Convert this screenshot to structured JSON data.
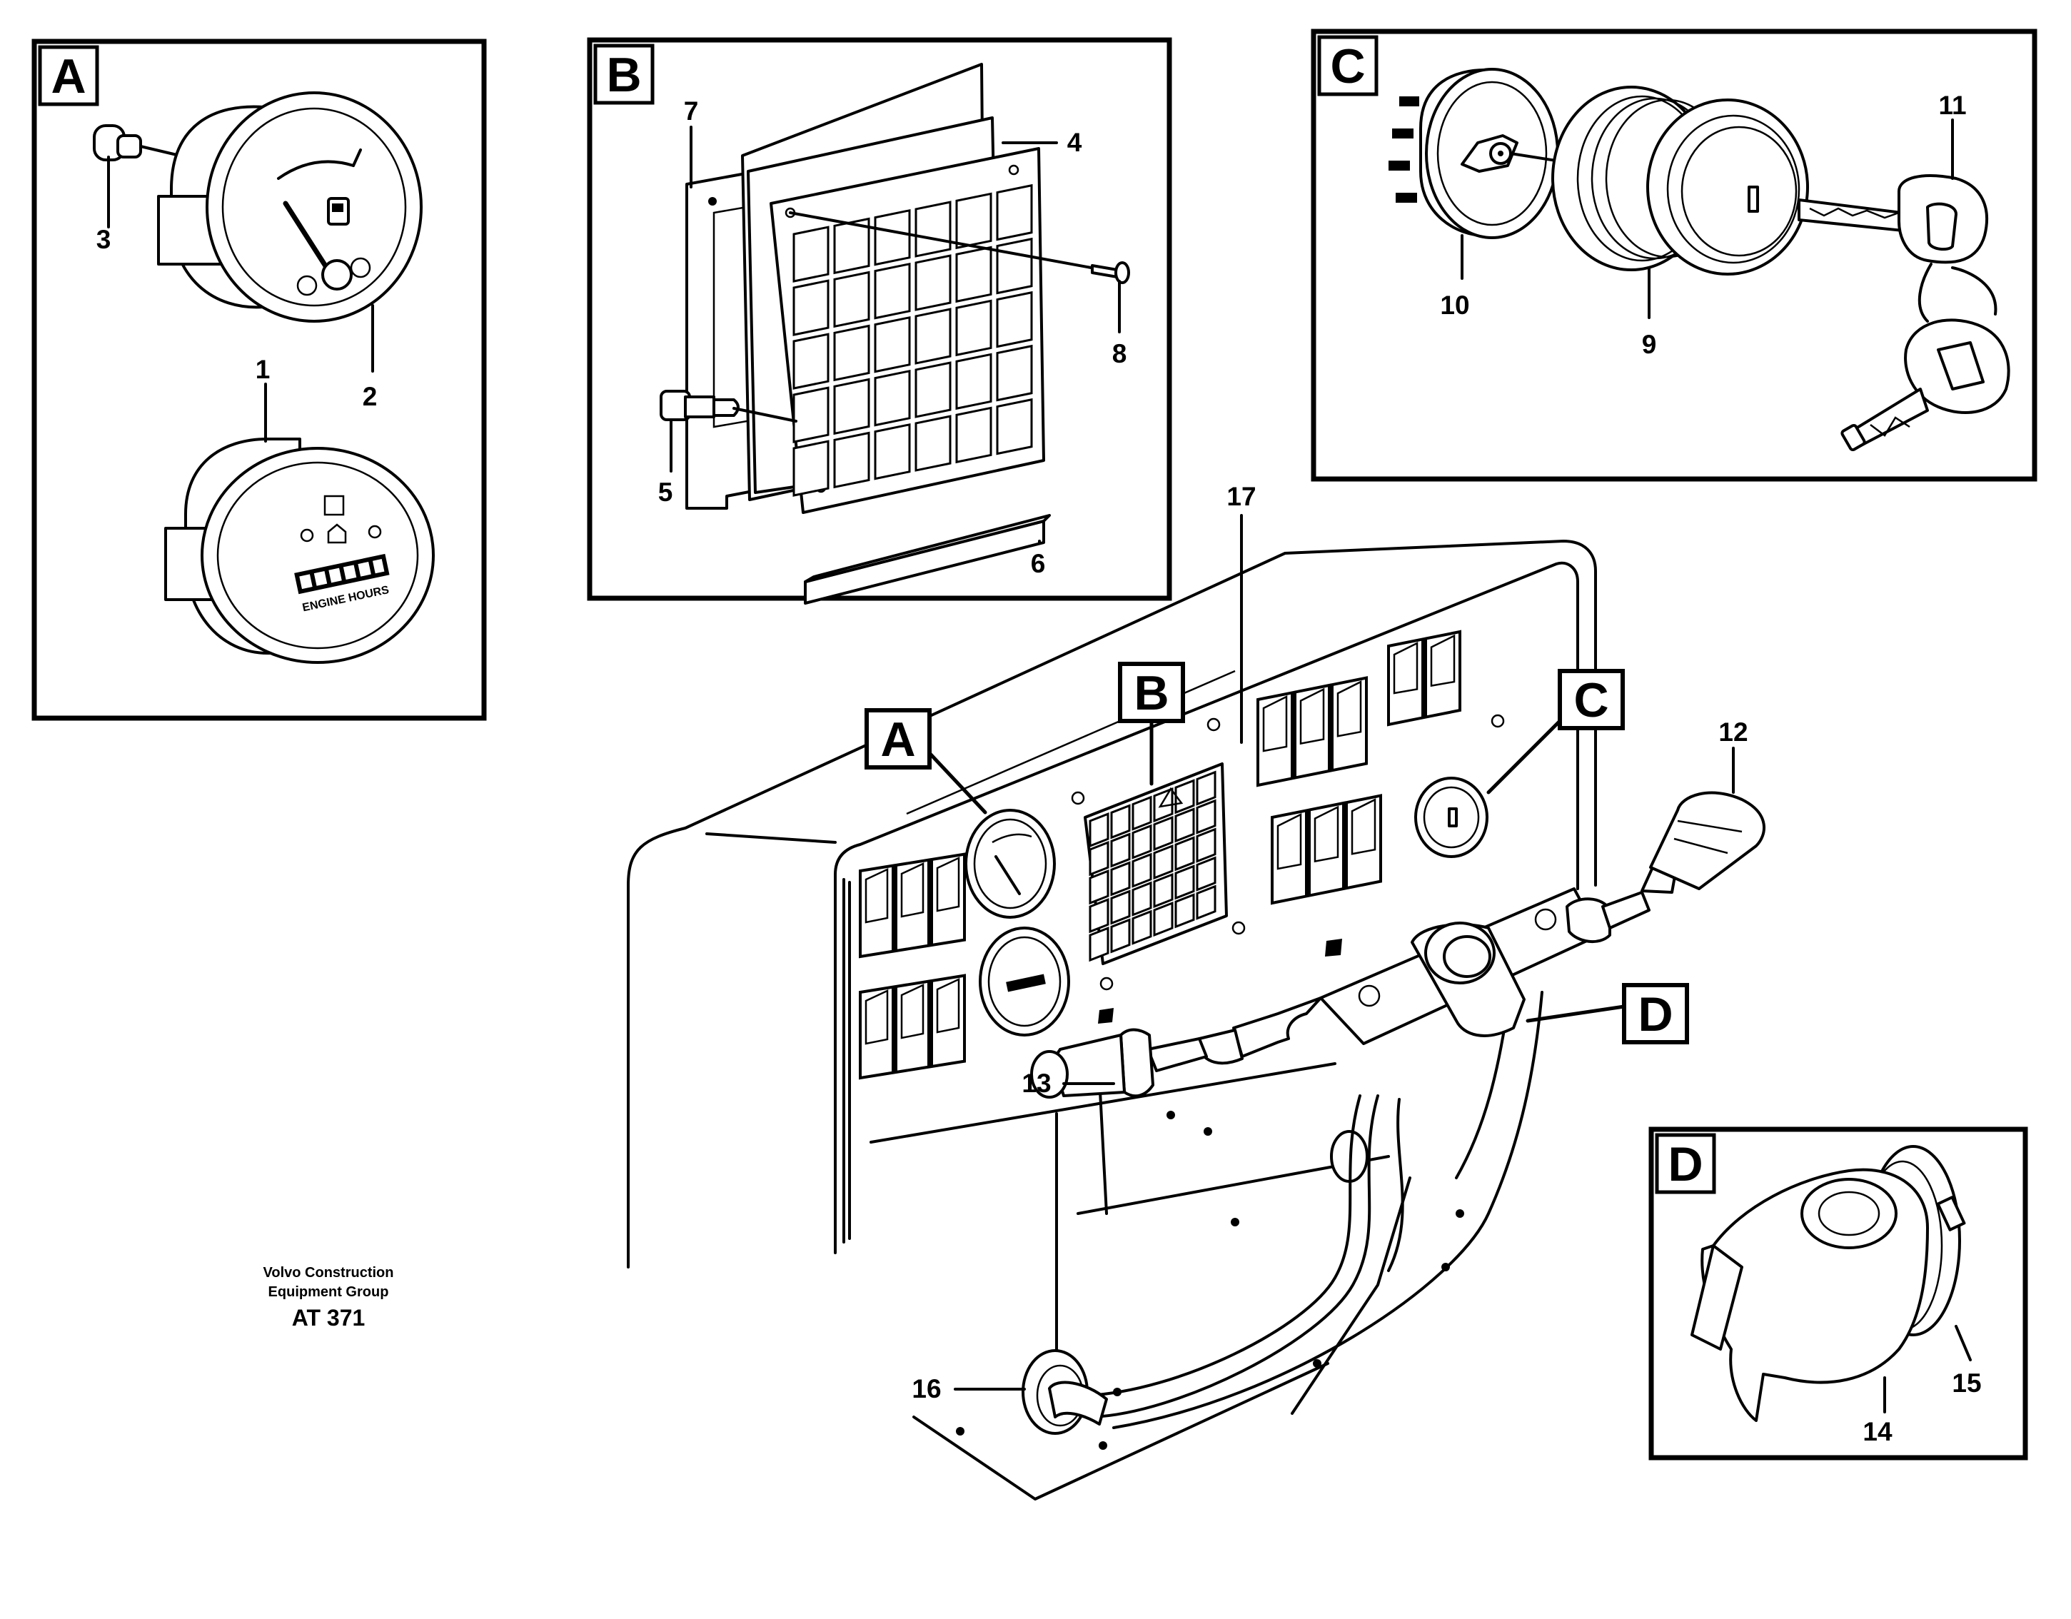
{
  "insets": {
    "a": {
      "tag": "A"
    },
    "b": {
      "tag": "B"
    },
    "c": {
      "tag": "C"
    },
    "d": {
      "tag": "D"
    }
  },
  "gauge": {
    "face_text": "ENGINE HOURS"
  },
  "callouts": {
    "p1": "1",
    "p2": "2",
    "p3": "3",
    "p4": "4",
    "p5": "5",
    "p6": "6",
    "p7": "7",
    "p8": "8",
    "p9": "9",
    "p10": "10",
    "p11": "11",
    "p12": "12",
    "p13": "13",
    "p14": "14",
    "p15": "15",
    "p16": "16",
    "p17": "17"
  },
  "main_tags": {
    "a": "A",
    "b": "B",
    "c": "C",
    "d": "D"
  },
  "credit": {
    "line1": "Volvo Construction",
    "line2": "Equipment Group",
    "code": "AT 371"
  }
}
